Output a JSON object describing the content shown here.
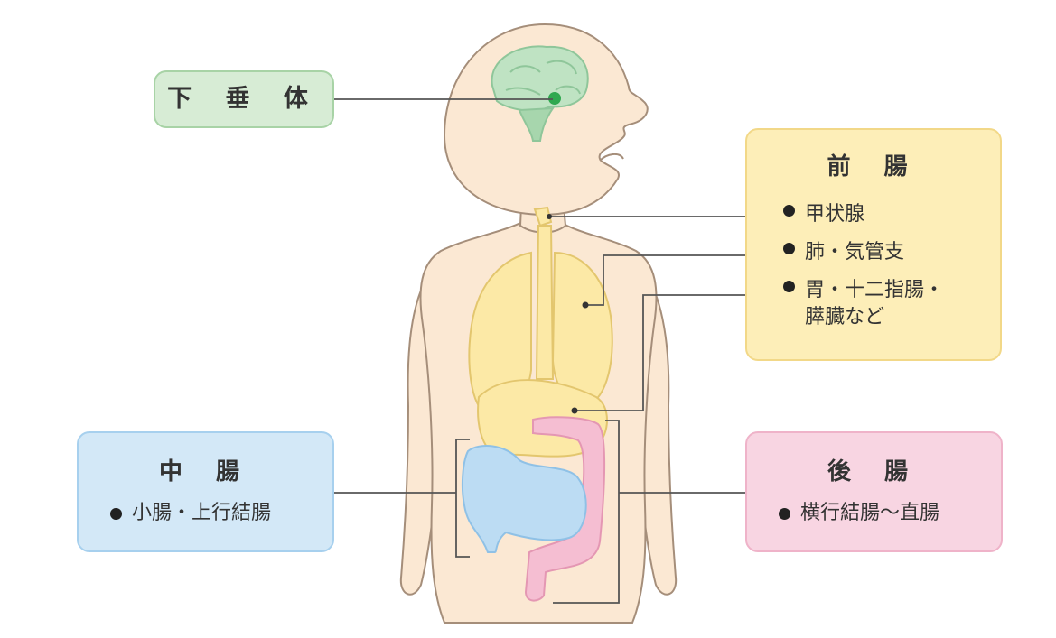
{
  "labels": {
    "pituitary": {
      "title": "下 垂 体"
    },
    "foregut": {
      "title": "前 腸",
      "items": [
        "甲状腺",
        "肺・気管支",
        "胃・十二指腸・"
      ],
      "item_continued": "膵臓など"
    },
    "midgut": {
      "title": "中 腸",
      "items": [
        "小腸・上行結腸"
      ]
    },
    "hindgut": {
      "title": "後 腸",
      "items": [
        "横行結腸〜直腸"
      ]
    }
  },
  "colors": {
    "skin": "#fbe8d3",
    "skin_outline": "#a58e7a",
    "brain": "#bfe3c3",
    "pituitary_dot": "#2fa84f",
    "foregut": "#fce9a6",
    "midgut": "#bcdcf3",
    "hindgut": "#f5bed2",
    "leader_line": "#555555"
  }
}
